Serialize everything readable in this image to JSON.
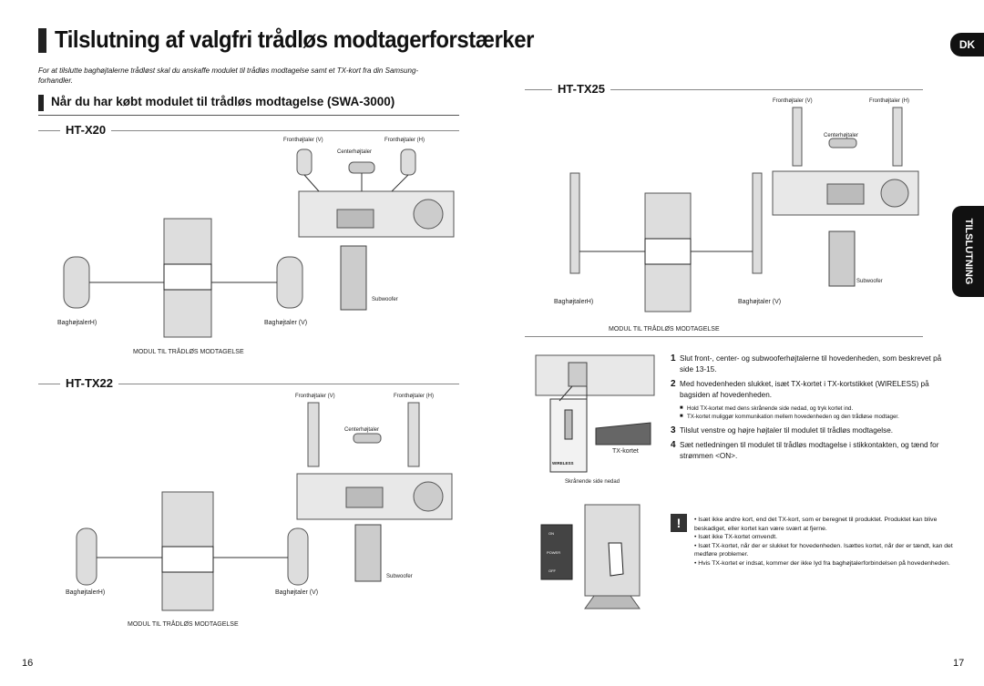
{
  "header": {
    "title": "Tilslutning af valgfri trådløs modtagerforstærker",
    "lang_badge": "DK",
    "intro": "For at tilslutte baghøjtalerne trådløst skal du anskaffe modulet til trådløs modtagelse samt et TX-kort fra din Samsung-forhandler.",
    "subtitle": "Når du har købt modulet til trådløs modtagelse (SWA-3000)"
  },
  "panels": {
    "htx20": {
      "title": "HT-X20",
      "front_v": "Fronthøjtaler (V)",
      "front_h": "Fronthøjtaler  (H)",
      "center": "Centerhøjtaler",
      "subwoofer": "Subwoofer",
      "rear_h": "BaghøjtalerH)",
      "rear_v": "Baghøjtaler (V)",
      "module": "MODUL TIL TRÅDLØS MODTAGELSE"
    },
    "htx22": {
      "title": "HT-TX22",
      "front_v": "Fronthøjtaler (V)",
      "front_h": "Fronthøjtaler  (H)",
      "center": "Centerhøjtaler",
      "subwoofer": "Subwoofer",
      "rear_h": "BaghøjtalerH)",
      "rear_v": "Baghøjtaler (V)",
      "module": "MODUL TIL TRÅDLØS MODTAGELSE"
    },
    "httx25": {
      "title": "HT-TX25",
      "front_v": "Fronthøjtaler (V)",
      "front_h": "Fronthøjtaler  (H)",
      "center": "Centerhøjtaler",
      "subwoofer": "Subwoofer",
      "rear_h": "BaghøjtalerH)",
      "rear_v": "Baghøjtaler (V)",
      "module": "MODUL TIL TRÅDLØS MODTAGELSE"
    }
  },
  "tx_figure": {
    "tx_card": "TX-kortet",
    "slope": "Skrånende side nedad",
    "wireless": "WIRELESS",
    "on": "ON",
    "power": "POWER",
    "off": "OFF"
  },
  "steps": [
    {
      "n": "1",
      "text": "Slut front-, center- og subwooferhøjtalerne til hovedenheden, som beskrevet på side 13-15."
    },
    {
      "n": "2",
      "text": "Med hovedenheden slukket, isæt TX-kortet i TX-kortstikket (WIRELESS) på bagsiden af hovedenheden."
    },
    {
      "n": "3",
      "text": "Tilslut venstre og højre højtaler til modulet til trådløs modtagelse."
    },
    {
      "n": "4",
      "text": "Sæt netledningen til modulet til trådløs modtagelse i stikkontakten, og tænd for strømmen <ON>."
    }
  ],
  "step2_bullets": [
    "Hold TX-kortet med dens skrånende side nedad, og tryk kortet ind.",
    "TX-kortet muliggør kommunikation mellem hovedenheden og den trådløse modtager."
  ],
  "notes": [
    "Isæt ikke andre kort, end det TX-kort, som er beregnet til produktet. Produktet kan blive beskadiget, eller kortet kan være svært at fjerne.",
    "Isæt ikke TX-kortet omvendt.",
    "Isæt TX-kortet, når der er slukket for hovedenheden. Isættes kortet, når der er tændt, kan det medføre problemer.",
    "Hvis TX-kortet er indsat, kommer der ikke lyd fra baghøjtalerforbindelsen på hovedenheden."
  ],
  "side_tab": "TILSLUTNING",
  "page_left": "16",
  "page_right": "17",
  "note_icon": "!"
}
